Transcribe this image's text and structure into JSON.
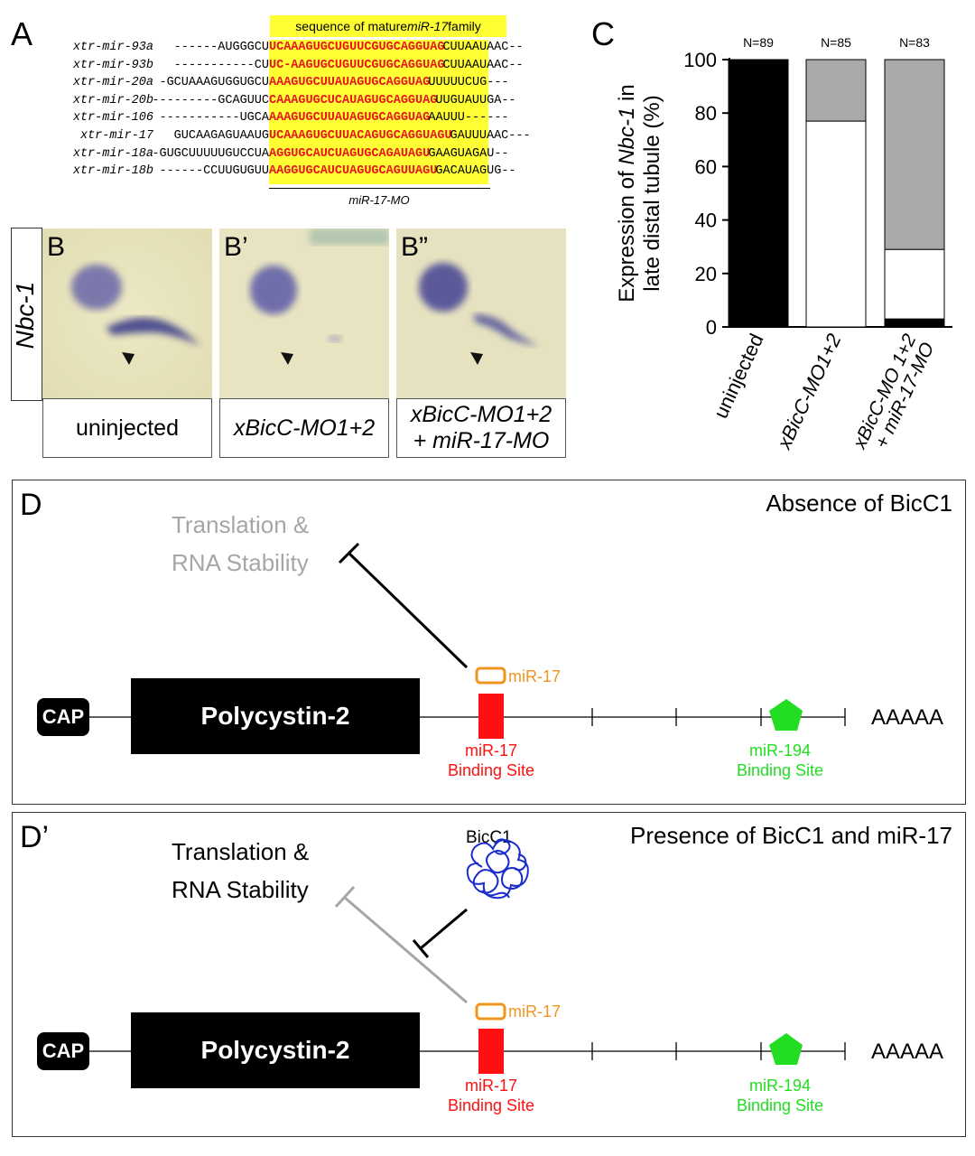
{
  "panelA": {
    "label": "A",
    "header": "sequence of mature miR-17 family",
    "header_pre": "sequence of mature ",
    "header_it": "miR-17",
    "header_post": " family",
    "rows": [
      {
        "name": "xtr-mir-93a",
        "pre": "------AUGGGCU",
        "mid": "UCAAAGUGCUGUUCGUGCAGGUAG",
        "post": "CUUAAUAAC--"
      },
      {
        "name": "xtr-mir-93b",
        "pre": "-----------CU",
        "mid": "UC-AAGUGCUGUUCGUGCAGGUAG",
        "post": "CUUAAUAAC--"
      },
      {
        "name": "xtr-mir-20a",
        "pre": "-GCUAAAGUGGUGCU",
        "mid": "AAAGUGCUUAUAGUGCAGGUAG",
        "post": "UUUUUCUG---"
      },
      {
        "name": "xtr-mir-20b",
        "pre": "---------GCAGUUC",
        "mid": "CAAAGUGCUCAUAGUGCAGGUAG",
        "post": "UUGUAUUGA--"
      },
      {
        "name": "xtr-mir-106",
        "pre": "-----------UGCA",
        "mid": "AAAGUGCUUAUAGUGCAGGUAG",
        "post": "AAUUU------"
      },
      {
        "name": "xtr-mir-17",
        "pre": "GUCAAGAGUAAUG",
        "mid": "UCAAAGUGCUUACAGUGCAGGUAGU",
        "post": "GAUUUAAC---"
      },
      {
        "name": "xtr-mir-18a",
        "pre": "-GUGCUUUUUGUCCUA",
        "mid": "AGGUGCAUCUAGUGCAGAUAGU",
        "post": "GAAGUAGAU--"
      },
      {
        "name": "xtr-mir-18b",
        "pre": "------CCUUGUGUU",
        "mid": "AAGGUGCAUCUAGUGCAGUUAGU",
        "post": "GACAUAGUG--"
      }
    ],
    "mo_label": "miR-17-MO"
  },
  "panelB": {
    "side_label": "Nbc-1",
    "images": [
      {
        "label": "B",
        "caption": "uninjected"
      },
      {
        "label": "B’",
        "caption": "xBicC-MO1+2"
      },
      {
        "label": "B”",
        "caption": "xBicC-MO1+2 + miR-17-MO"
      }
    ],
    "caption3_line1": "xBicC-MO1+2",
    "caption3_line2": "+ miR-17-MO"
  },
  "panelC": {
    "label": "C"
  },
  "chart_data": {
    "type": "bar",
    "stacked": true,
    "categories": [
      "uninjected",
      "xBicC-MO1+2",
      "xBicC-MO 1+2 + miR-17-MO"
    ],
    "n_labels": [
      "N=89",
      "N=85",
      "N=83"
    ],
    "series": [
      {
        "values": [
          100,
          0,
          3
        ],
        "color": "#000000"
      },
      {
        "values": [
          0,
          77,
          26
        ],
        "color": "#ffffff"
      },
      {
        "values": [
          0,
          23,
          71
        ],
        "color": "#a9a9a9"
      }
    ],
    "ylabel_line1_pre": "Expression of ",
    "ylabel_line1_it": "Nbc-1",
    "ylabel_line1_post": " in",
    "ylabel_line2": "late distal tubule (%)",
    "yticks": [
      "0",
      "20",
      "40",
      "60",
      "80",
      "100"
    ],
    "ylim": [
      0,
      100
    ]
  },
  "panelD": {
    "label": "D",
    "title": "Absence of BicC1",
    "regulation_line1": "Translation &",
    "regulation_line2": "RNA Stability",
    "cap": "CAP",
    "gene": "Polycystin-2",
    "mirna": "miR-17",
    "site_line1": "miR-17",
    "site_line2": "Binding Site",
    "site2_line1": "miR-194",
    "site2_line2": "Binding Site",
    "polyA": "AAAAA"
  },
  "panelD2": {
    "label": "D’",
    "title": "Presence of BicC1 and miR-17",
    "protein": "BicC1",
    "regulation_line1": "Translation &",
    "regulation_line2": "RNA Stability",
    "cap": "CAP",
    "gene": "Polycystin-2",
    "mirna": "miR-17",
    "site_line1": "miR-17",
    "site_line2": "Binding Site",
    "site2_line1": "miR-194",
    "site2_line2": "Binding Site",
    "polyA": "AAAAA"
  },
  "colors": {
    "highlight": "#ffff33",
    "seq_red": "#e8141b",
    "mirna_orange": "#f0961e",
    "site_red": "#ff1010",
    "green": "#22dd22",
    "bicc1_blue": "#1a2ccc",
    "gray": "#a6a6a6"
  }
}
